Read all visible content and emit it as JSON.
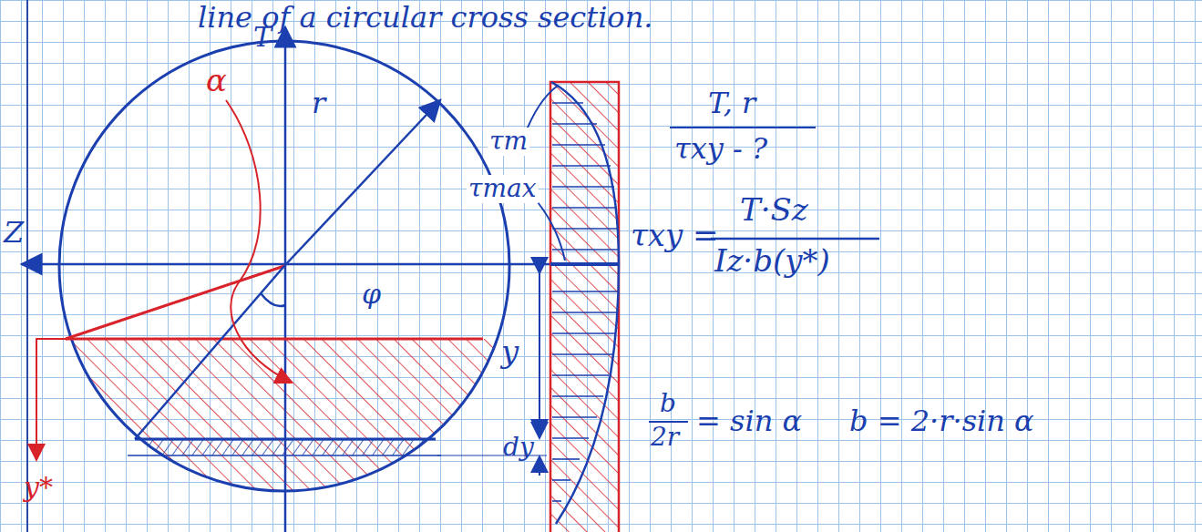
{
  "diagram": {
    "labels": [
      "line of a circular cross section.",
      "T",
      "r",
      "α",
      "φ",
      "Z",
      "y*",
      "y",
      "dy",
      "τm",
      "τmax",
      "T, r",
      "τxy - ?",
      "τxy =",
      "T·Sz",
      "Iz·b(y*)",
      "b",
      "2r",
      "= sin α",
      "b = 2·r·sin α"
    ]
  }
}
